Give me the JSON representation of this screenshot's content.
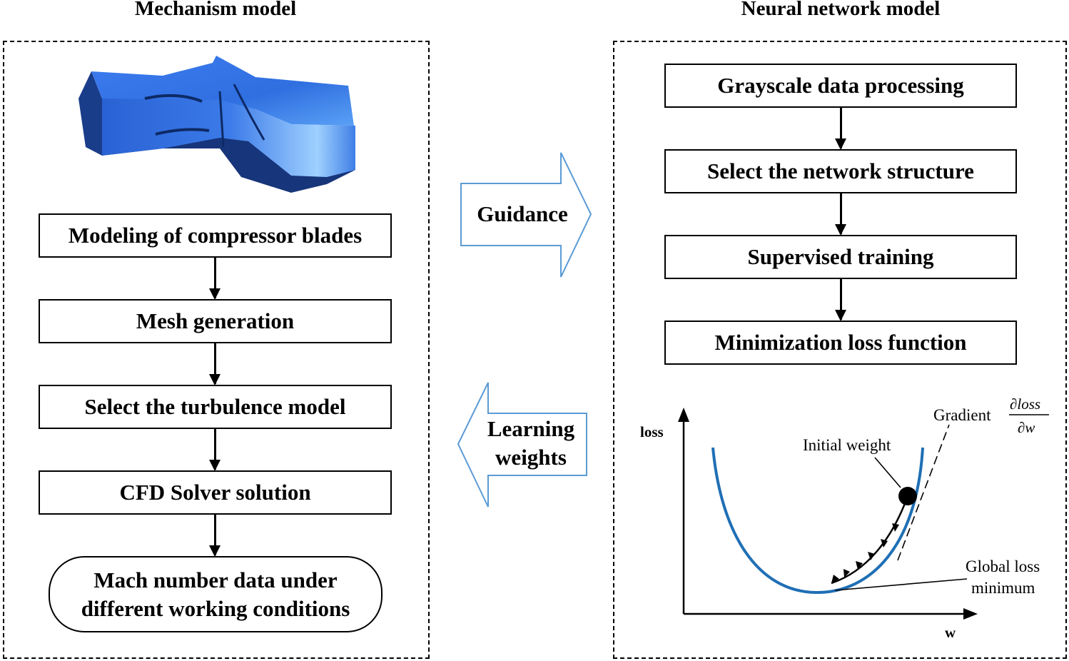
{
  "left_panel": {
    "title": "Mechanism model",
    "steps": [
      "Modeling of compressor blades",
      "Mesh generation",
      "Select the turbulence model",
      "CFD Solver solution"
    ],
    "result_line1": "Mach number data under",
    "result_line2": "different working conditions"
  },
  "right_panel": {
    "title": "Neural network model",
    "steps": [
      "Grayscale data processing",
      "Select the network structure",
      "Supervised training",
      "Minimization loss function"
    ]
  },
  "connectors": {
    "guidance": "Guidance",
    "learning_line1": "Learning",
    "learning_line2": "weights"
  },
  "loss_plot": {
    "y_label": "loss",
    "x_label": "w",
    "gradient_label": "Gradient",
    "gradient_numerator": "∂loss",
    "gradient_denominator": "∂w",
    "initial_weight_label": "Initial weight",
    "global_min_line1": "Global loss",
    "global_min_line2": "minimum"
  },
  "colors": {
    "curve": "#1f6fb5",
    "hollow_arrow_stroke": "#5b9bd5",
    "mesh_blue": "#2f6fe0",
    "mesh_dark": "#1a3d8a"
  }
}
